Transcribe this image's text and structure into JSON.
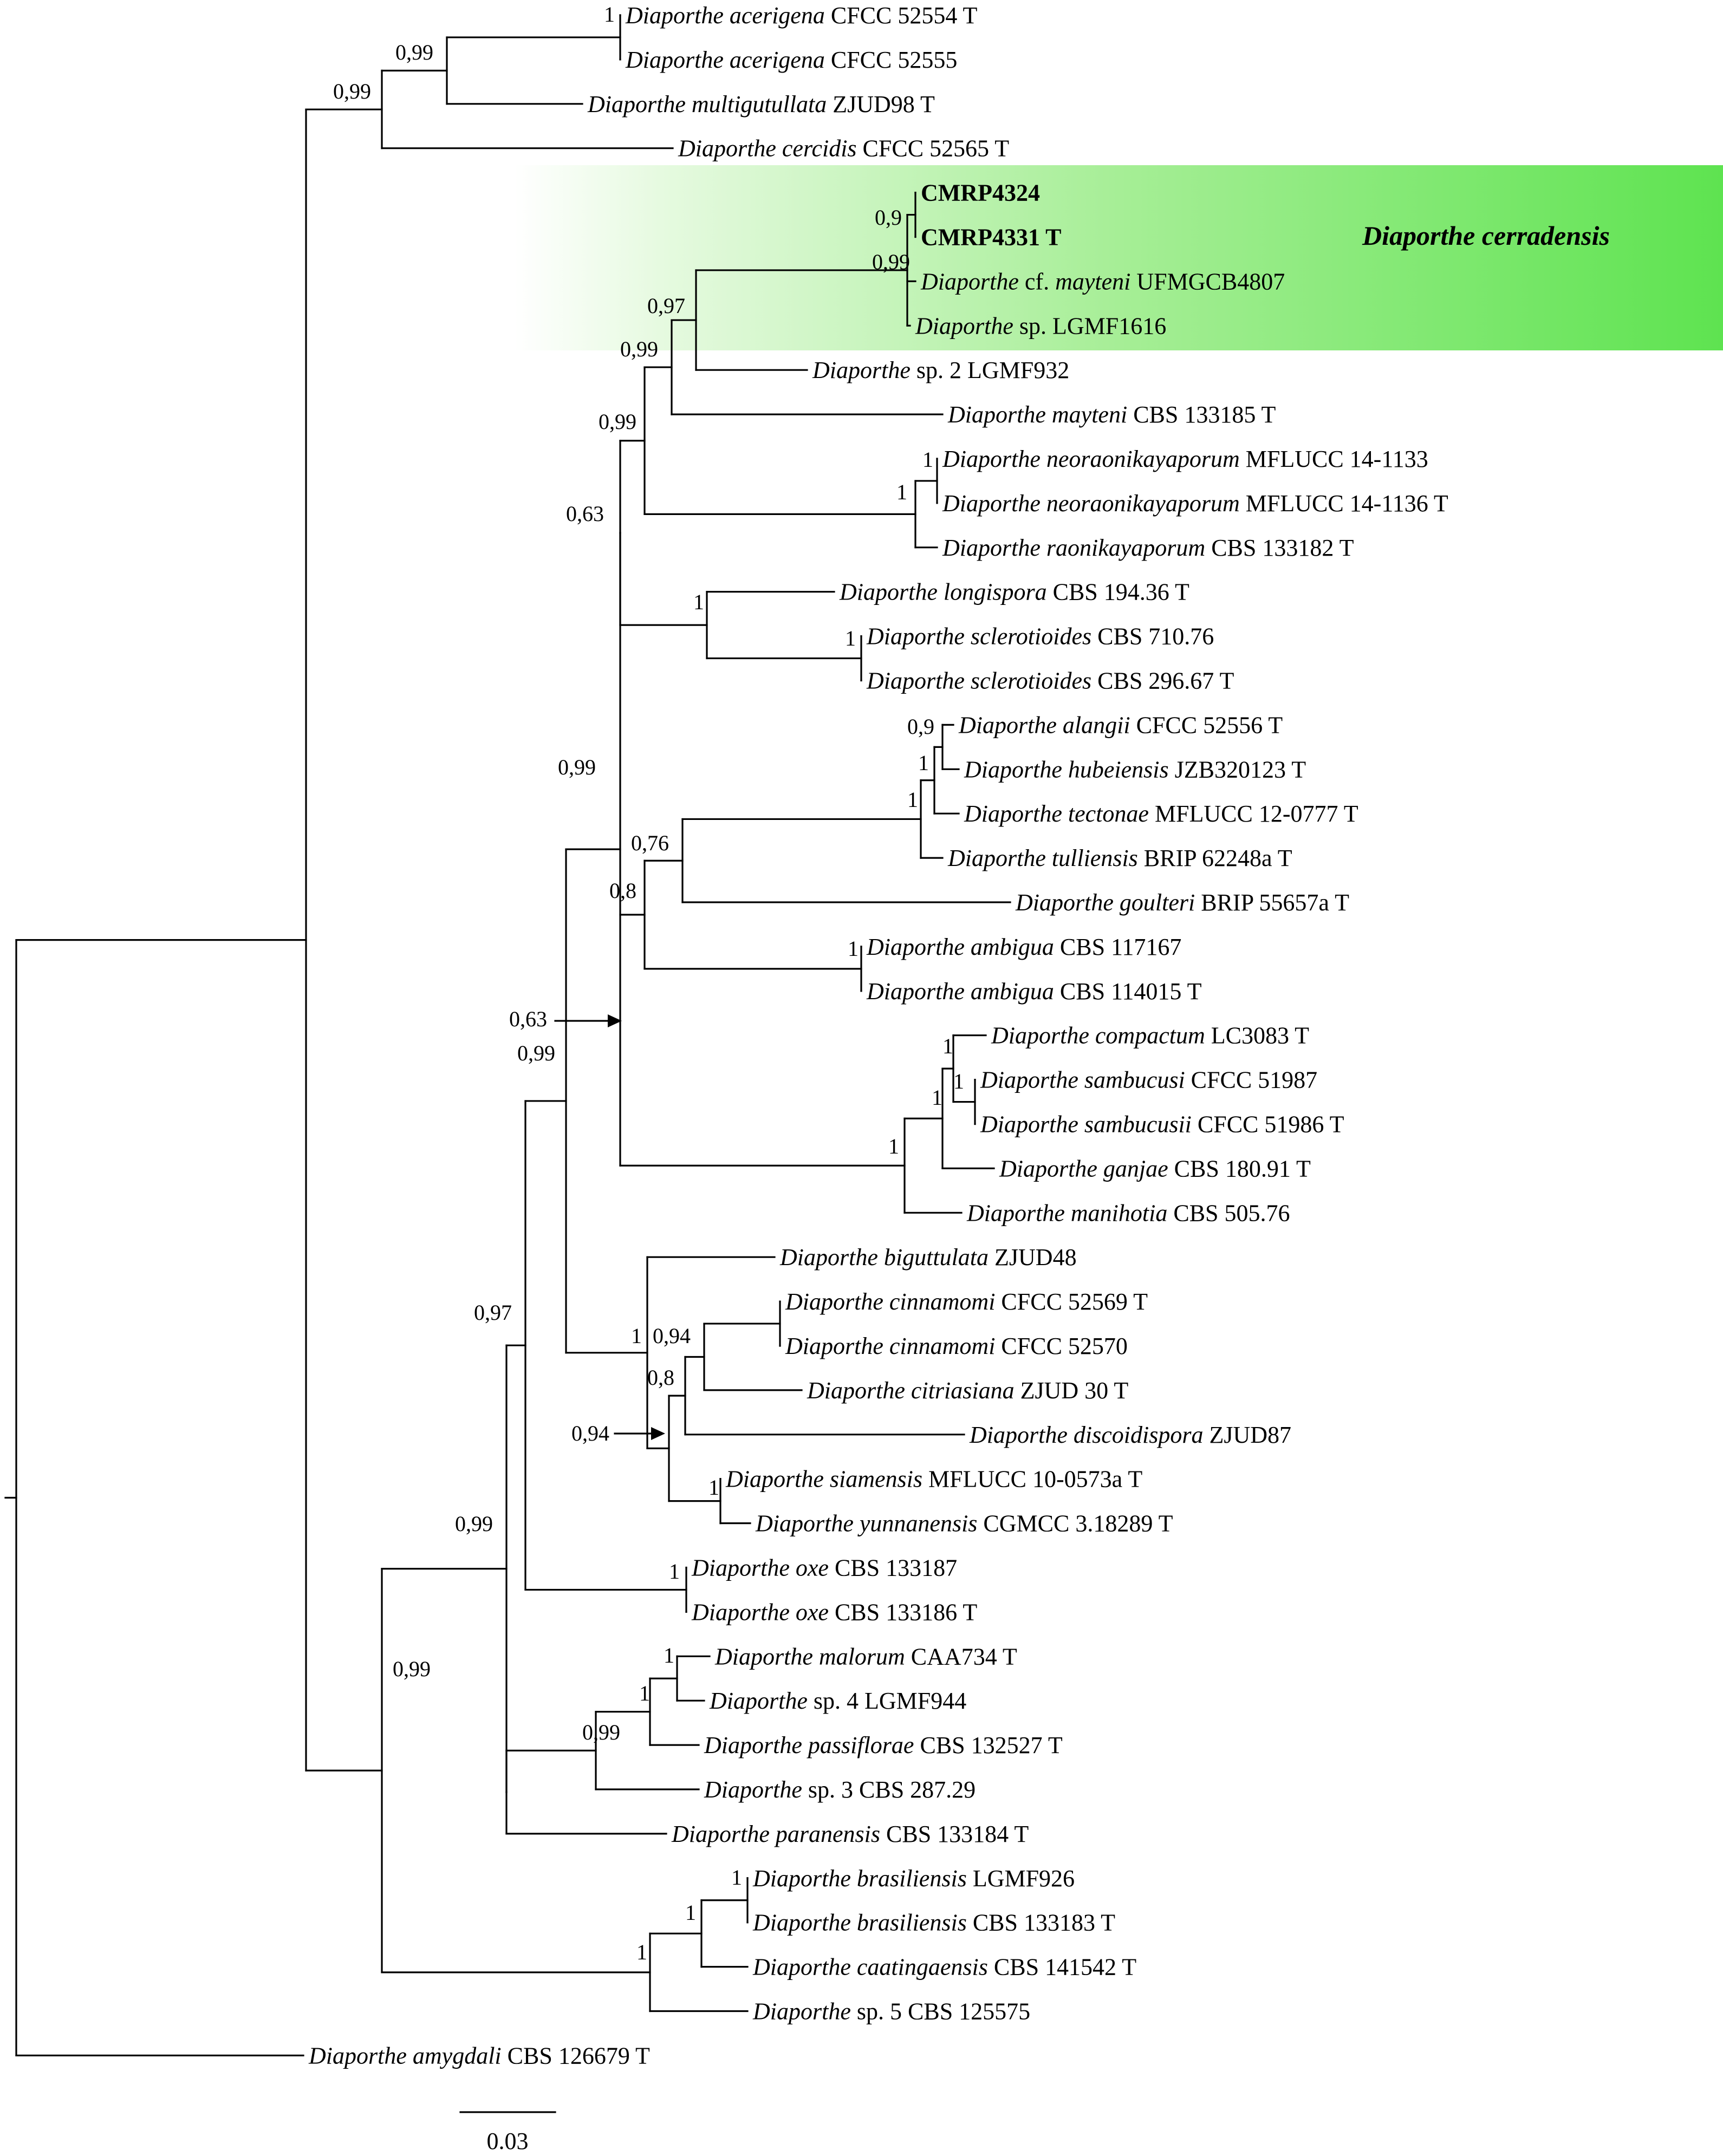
{
  "figure": {
    "type": "phylogenetic-tree",
    "clade_label": "Diaporthe cerradensis",
    "highlight_color": "#5ee350",
    "scale_bar_label": "0.03"
  },
  "tree": {
    "k": [
      [
        [
          [
            [
              [
                "Diaporthe acerigena CFCC 52554 T",
                "Diaporthe acerigena CFCC 52555"
              ],
              "Diaporthe multigutullata ZJUD98 T"
            ],
            "Diaporthe cercidis CFCC 52565 T"
          ],
          [
            [
              [
                [
                  [
                    [
                      [
                        [
                          "CMRP4324",
                          "CMRP4331 T"
                        ],
                        "Diaporthe cf. mayteni UFMGCB4807",
                        "Diaporthe sp. LGMF1616"
                      ],
                      "Diaporthe sp. 2 LGMF932"
                    ],
                    "Diaporthe mayteni CBS 133185 T"
                  ],
                  [
                    [
                      "Diaporthe neoraonikayaporum MFLUCC 14-1133",
                      "Diaporthe neoraonikayaporum MFLUCC 14-1136 T"
                    ],
                    "Diaporthe raonikayaporum CBS 133182 T"
                  ]
                ],
                [
                  "Diaporthe longispora CBS 194.36 T",
                  [
                    "Diaporthe sclerotioides CBS 710.76",
                    "Diaporthe sclerotioides CBS 296.67 T"
                  ]
                ]
              ],
              [
                [
                  [
                    [
                      [
                        "Diaporthe alangii CFCC 52556 T",
                        "Diaporthe hubeiensis JZB320123 T"
                      ],
                      "Diaporthe tectonae MFLUCC 12-0777 T"
                    ],
                    "Diaporthe tulliensis BRIP 62248a T"
                  ],
                  "Diaporthe goulteri BRIP 55657a T"
                ],
                [
                  "Diaporthe ambigua CBS 117167",
                  "Diaporthe ambigua CBS 114015 T"
                ]
              ],
              [
                [
                  [
                    "Diaporthe compactum LC3083 T",
                    [
                      "Diaporthe sambucusi CFCC 51987",
                      "Diaporthe sambucusii CFCC 51986 T"
                    ]
                  ],
                  "Diaporthe ganjae CBS 180.91 T"
                ],
                "Diaporthe manihotia CBS 505.76"
              ]
            ],
            [
              "Diaporthe biguttulata ZJUD48",
              [
                [
                  [
                    [
                      "Diaporthe cinnamomi CFCC 52569 T",
                      "Diaporthe cinnamomi CFCC 52570"
                    ],
                    "Diaporthe citriasiana ZJUD 30 T"
                  ],
                  "Diaporthe discoidispora ZJUD87"
                ],
                [
                  "Diaporthe siamensis MFLUCC 10-0573a T",
                  "Diaporthe yunnanensis CGMCC 3.18289 T"
                ]
              ]
            ]
          ]
        ]
      ],
      "Diaporthe amygdali CBS 126679 T"
    ]
  },
  "taxa": [
    {
      "genus": "Diaporthe",
      "species": "acerigena",
      "strain": "CFCC 52554 T",
      "bold": false
    },
    {
      "genus": "Diaporthe",
      "species": "acerigena",
      "strain": "CFCC 52555",
      "bold": false
    },
    {
      "genus": "Diaporthe",
      "species": "multigutullata",
      "strain": "ZJUD98 T",
      "bold": false
    },
    {
      "genus": "Diaporthe",
      "species": "cercidis",
      "strain": "CFCC 52565 T",
      "bold": false
    },
    {
      "genus": "",
      "species": "",
      "strain": "CMRP4324",
      "bold": true
    },
    {
      "genus": "",
      "species": "",
      "strain": "CMRP4331 T",
      "bold": true
    },
    {
      "genus": "Diaporthe",
      "cf": "cf.",
      "species": "mayteni",
      "strain": "UFMGCB4807",
      "bold": false
    },
    {
      "genus": "Diaporthe",
      "species": "",
      "strain": "sp. LGMF1616",
      "bold": false
    },
    {
      "genus": "Diaporthe",
      "species": "",
      "strain": "sp. 2 LGMF932",
      "bold": false
    },
    {
      "genus": "Diaporthe",
      "species": "mayteni",
      "strain": "CBS 133185 T",
      "bold": false
    },
    {
      "genus": "Diaporthe",
      "species": "neoraonikayaporum",
      "strain": "MFLUCC 14-1133",
      "bold": false
    },
    {
      "genus": "Diaporthe",
      "species": "neoraonikayaporum",
      "strain": "MFLUCC 14-1136 T",
      "bold": false
    },
    {
      "genus": "Diaporthe",
      "species": "raonikayaporum",
      "strain": "CBS 133182 T",
      "bold": false
    },
    {
      "genus": "Diaporthe",
      "species": "longispora",
      "strain": "CBS 194.36 T",
      "bold": false
    },
    {
      "genus": "Diaporthe",
      "species": "sclerotioides",
      "strain": "CBS 710.76",
      "bold": false
    },
    {
      "genus": "Diaporthe",
      "species": "sclerotioides",
      "strain": "CBS 296.67 T",
      "bold": false
    },
    {
      "genus": "Diaporthe",
      "species": "alangii",
      "strain": "CFCC 52556 T",
      "bold": false
    },
    {
      "genus": "Diaporthe",
      "species": "hubeiensis",
      "strain": "JZB320123 T",
      "bold": false
    },
    {
      "genus": "Diaporthe",
      "species": "tectonae",
      "strain": "MFLUCC 12-0777 T",
      "bold": false
    },
    {
      "genus": "Diaporthe",
      "species": "tulliensis",
      "strain": "BRIP 62248a T",
      "bold": false
    },
    {
      "genus": "Diaporthe",
      "species": "goulteri",
      "strain": "BRIP 55657a T",
      "bold": false
    },
    {
      "genus": "Diaporthe",
      "species": "ambigua",
      "strain": "CBS 117167",
      "bold": false
    },
    {
      "genus": "Diaporthe",
      "species": "ambigua",
      "strain": "CBS 114015 T",
      "bold": false
    },
    {
      "genus": "Diaporthe",
      "species": "compactum",
      "strain": "LC3083 T",
      "bold": false
    },
    {
      "genus": "Diaporthe",
      "species": "sambucusi",
      "strain": "CFCC 51987",
      "bold": false
    },
    {
      "genus": "Diaporthe",
      "species": "sambucusii",
      "strain": "CFCC 51986 T",
      "bold": false
    },
    {
      "genus": "Diaporthe",
      "species": "ganjae",
      "strain": "CBS 180.91 T",
      "bold": false
    },
    {
      "genus": "Diaporthe",
      "species": "manihotia",
      "strain": "CBS 505.76",
      "bold": false
    },
    {
      "genus": "Diaporthe",
      "species": "biguttulata",
      "strain": "ZJUD48",
      "bold": false
    },
    {
      "genus": "Diaporthe",
      "species": "cinnamomi",
      "strain": "CFCC 52569 T",
      "bold": false
    },
    {
      "genus": "Diaporthe",
      "species": "cinnamomi",
      "strain": "CFCC 52570",
      "bold": false
    },
    {
      "genus": "Diaporthe",
      "species": "citriasiana",
      "strain": "ZJUD 30 T",
      "bold": false
    },
    {
      "genus": "Diaporthe",
      "species": "discoidispora",
      "strain": "ZJUD87",
      "bold": false
    },
    {
      "genus": "Diaporthe",
      "species": "siamensis",
      "strain": "MFLUCC 10-0573a T",
      "bold": false
    },
    {
      "genus": "Diaporthe",
      "species": "yunnanensis",
      "strain": "CGMCC 3.18289 T",
      "bold": false
    },
    {
      "genus": "Diaporthe",
      "species": "oxe",
      "strain": "CBS 133187",
      "bold": false
    },
    {
      "genus": "Diaporthe",
      "species": "oxe",
      "strain": "CBS 133186 T",
      "bold": false
    },
    {
      "genus": "Diaporthe",
      "species": "malorum",
      "strain": "CAA734 T",
      "bold": false
    },
    {
      "genus": "Diaporthe",
      "species": "",
      "strain": "sp. 4 LGMF944",
      "bold": false
    },
    {
      "genus": "Diaporthe",
      "species": "passiflorae",
      "strain": "CBS 132527 T",
      "bold": false
    },
    {
      "genus": "Diaporthe",
      "species": "",
      "strain": "sp. 3 CBS 287.29",
      "bold": false
    },
    {
      "genus": "Diaporthe",
      "species": "paranensis",
      "strain": "CBS 133184 T",
      "bold": false
    },
    {
      "genus": "Diaporthe",
      "species": "brasiliensis",
      "strain": "LGMF926",
      "bold": false
    },
    {
      "genus": "Diaporthe",
      "species": "brasiliensis",
      "strain": "CBS 133183 T",
      "bold": false
    },
    {
      "genus": "Diaporthe",
      "species": "caatingaensis",
      "strain": "CBS 141542 T",
      "bold": false
    },
    {
      "genus": "Diaporthe",
      "species": "",
      "strain": "sp. 5 CBS 125575",
      "bold": false
    },
    {
      "genus": "Diaporthe",
      "species": "amygdali",
      "strain": "CBS 126679 T",
      "bold": false
    }
  ],
  "support_values": [
    "1",
    "0,99",
    "0,99",
    "0,9",
    "0,99",
    "0,97",
    "0,99",
    "0,99",
    "1",
    "1",
    "0,63",
    "1",
    "1",
    "0,9",
    "1",
    "1",
    "0,76",
    "0,8",
    "1",
    "0,99",
    "0,63",
    "0,99",
    "1",
    "1",
    "1",
    "1",
    "0,97",
    "1",
    "0,94",
    "0,8",
    "1",
    "0,94",
    "1",
    "0,99",
    "1",
    "1",
    "0,99",
    "0,99",
    "1",
    "1",
    "1"
  ]
}
